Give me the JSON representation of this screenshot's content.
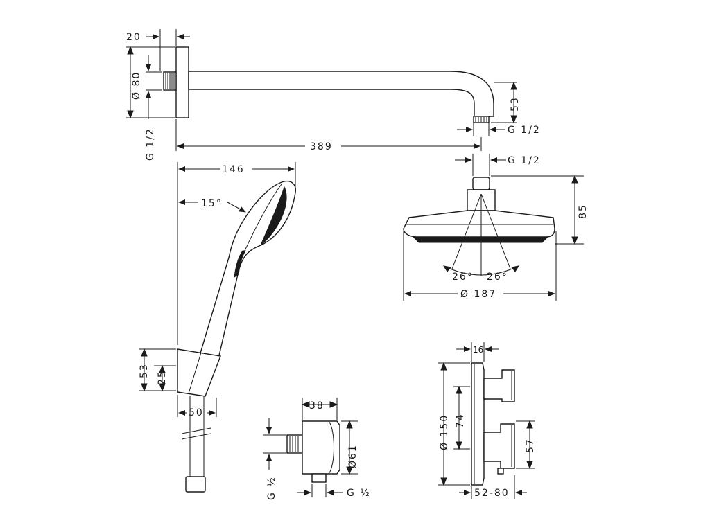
{
  "shower_arm": {
    "flange_thickness": "20",
    "flange_diameter": "Ø 80",
    "inlet_thread": "G 1/2",
    "outlet_thread": "G 1/2",
    "drop_height": "53",
    "length": "389"
  },
  "hand_shower": {
    "reach": "146",
    "angle": "15°",
    "holder_height": "53",
    "holder_offset": "25",
    "holder_width": "50"
  },
  "overhead_shower": {
    "thread": "G 1/2",
    "height": "85",
    "spray_angle_left": "26°",
    "spray_angle_right": "26°",
    "diameter": "Ø 187"
  },
  "wall_outlet": {
    "depth": "38",
    "diameter": "Ø61",
    "side_thread": "G ½",
    "bottom_thread": "G ½"
  },
  "thermostat": {
    "plate_depth": "16",
    "plate_diameter": "Ø 150",
    "handle_spacing": "74",
    "handle_offset": "57",
    "projection": "52-80"
  }
}
